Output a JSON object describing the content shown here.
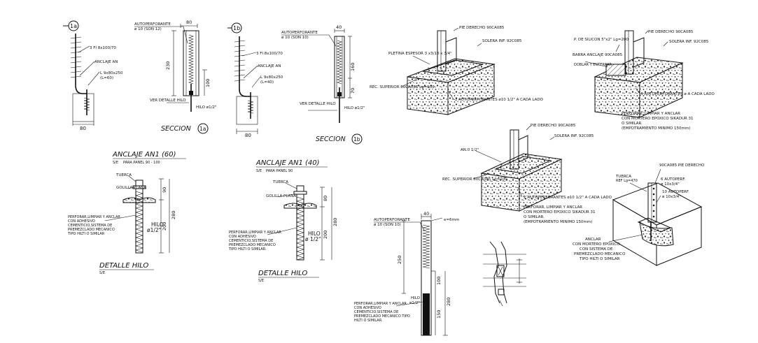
{
  "detail_1a": {
    "bubble": "1a",
    "rebar": "3 FI 8x100/70",
    "anchor": "ANCLAJE AN",
    "profile": "L 9x80x250",
    "profile_len": "(L=60)",
    "width_dim": "80"
  },
  "section_1a": {
    "screw": "AUTOPERFORANTE",
    "screw_spec": "ø 10  (SON 12)",
    "dim_top": "80",
    "dim_height": "230",
    "dim_low": "100",
    "ref_detail": "VER DETALLE HILO",
    "rod": "HILO ø1/2\"",
    "title": "SECCION",
    "bubble": "1a"
  },
  "detail_1b": {
    "bubble": "1b",
    "rebar": "3 FI 8x100/70",
    "anchor": "ANCLAJE AN",
    "profile": "L 9x80x250",
    "profile_len": "(L=40)",
    "width_dim": "80"
  },
  "section_1b": {
    "screw": "AUTOPERFORANTE",
    "screw_spec": "ø 10  (SON 10)",
    "dim_top": "40",
    "dim_height": "160",
    "dim_low": "70",
    "ref_detail": "VER DETALLE HILO",
    "rod": "HILO ø1/2\"",
    "title": "SECCION",
    "bubble": "1b"
  },
  "iso_1": {
    "stud": "PIE DERECHO 90CA085",
    "track": "SOLERA INF. 92C085",
    "plate": "PLETINA ESPESOR 3 x3/16 x 3/4\"",
    "ref_sup": "REC. SUPERIOR 60CA085 Lg=100",
    "screws": "2 AUTOPERFORANTES ø10 1/2\" A CADA LADO"
  },
  "iso_2": {
    "stud": "PIE DERECHO 90CA085",
    "plate": "P. DE SILICON 5\"x2\" Lg=200",
    "track": "SOLERA INF. 92C085",
    "bar": "BARRA ANCLAJE 90CA085",
    "bar_note": "DOBLAR Y ENTERRAR",
    "screws": "4 AUTOPERFORANTES ø A CADA LADO",
    "note_1": "PERFORAR, LIMPIAR Y ANCLAR",
    "note_2": "CON MORTERO EPOXICO SIKADUR 31",
    "note_3": "O SIMILAR.",
    "note_4": "(EMPOTRAMIENTO MINIMO 150mm)"
  },
  "iso_3": {
    "stud": "PIE DERECHO 90CA085",
    "track": "SOLERA INF. 92C085",
    "angle": "AN.0 1/2\"",
    "ref_sup": "REC. SUPERIOR 60CA085 Lg=100",
    "screws": "2 AUTOPERFORANTES ø10 1/2\" A CADA LADO",
    "note_1": "PERFORAR, LIMPIAR Y ANCLAR",
    "note_2": "CON MORTERO EPOXICO SIKADUR 31",
    "note_3": "O SIMILAR.",
    "note_4": "(EMPOTRAMIENTO MINIMO 150mm)"
  },
  "iso_4": {
    "tuerca": "TUERCA",
    "tuerca_2": "REF Lg=470",
    "stud": "90CA085 PIE DERECHO",
    "screws_a": "6 AUTOPERF.",
    "screws_a2": "ø 10x3/4\"",
    "screws_b": "10 AUTOPERF.",
    "screws_b2": "ø 10x3/4\"",
    "note_1": "ANCLAR",
    "note_2": "CON MORTERO EPOXICO",
    "note_3": "CON SISTEMA DE",
    "note_4": "PREMEZCLADO MECANICO",
    "note_5": "TIPO HILTI O SIMILAR"
  },
  "detalle_60": {
    "title": "ANCLAJE AN1  (60)",
    "scale": "S/E",
    "panel": "PARA PANEL 90 - 100",
    "nut": "TUERCA",
    "washer": "GOLILLA PLANA",
    "note_1": "PERFORAR,LIMPIAR Y ANCLAR",
    "note_2": "CON ADHESIVO",
    "note_3": "CEMENTICIO,SISTEMA DE",
    "note_4": "PREMEZCLADO MECANICO",
    "note_5": "TIPO HILTI O SIMILAR",
    "rod": "HILO",
    "rod_d": "ø1/2\"",
    "dim_top": "90",
    "dim_total": "280",
    "dim_emb": "200",
    "caption": "DETALLE  HILO",
    "caption_scale": "S/E"
  },
  "detalle_40": {
    "title": "ANCLAJE AN1  (40)",
    "scale": "S/E",
    "panel": "PARA PANEL 90",
    "nut": "TUERCA",
    "washer": "GOLILLA PLANA",
    "note_1": "PERFORAR,LIMPIAR Y ANCLAR",
    "note_2": "CON ADHESIVO",
    "note_3": "CEMENTICIO,SISTEMA DE",
    "note_4": "PREMEZCLADO MECANICO",
    "note_5": "TIPO HILTI O SIMILAR.",
    "rod": "HILO",
    "rod_d": "ø 1/2\"",
    "dim_top": "80",
    "dim_total": "280",
    "dim_emb": "200",
    "caption": "DETALLE   HILO",
    "caption_scale": "S/E"
  },
  "post_detail": {
    "screw": "AUTOPERFORANTE",
    "screw_spec": "ø 10  (SON 10)",
    "dim_top": "40",
    "dim_e": "e=6mm",
    "dim_250": "250",
    "dim_100": "100",
    "dim_280": "280",
    "dim_150": "150",
    "rod": "HILO",
    "rod_d": "ø1/2\"",
    "note_1": "PERFORAR,LIMPIAR Y ANCLAR",
    "note_2": "CON ADHESIVO",
    "note_3": "CEMENTICIO,SISTEMA DE",
    "note_4": "PREMEZCLADO MECANICO TIPO",
    "note_5": "HILTI O SIMILAR."
  }
}
